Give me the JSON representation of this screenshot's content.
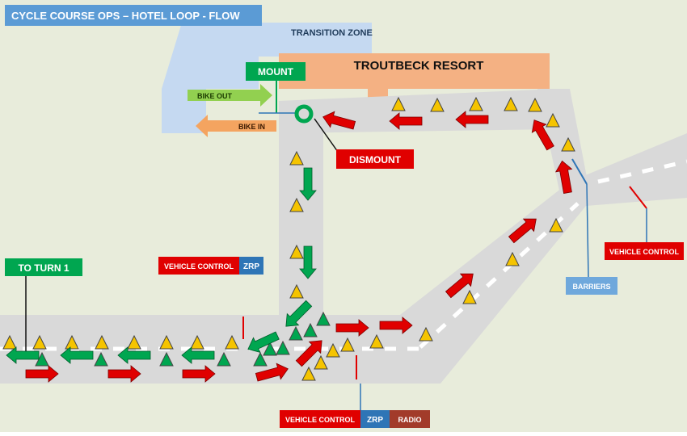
{
  "title": "CYCLE COURSE OPS – HOTEL LOOP - FLOW",
  "labels": {
    "transition_zone": "TRANSITION ZONE",
    "resort": "TROUTBECK RESORT",
    "mount": "MOUNT",
    "bike_out": "BIKE OUT",
    "bike_in": "BIKE IN",
    "dismount": "DISMOUNT",
    "to_turn_1": "TO TURN 1",
    "vehicle_control_left": "VEHICLE CONTROL",
    "zrp_left": "ZRP",
    "vehicle_control_right": "VEHICLE CONTROL",
    "barriers": "BARRIERS",
    "vehicle_control_bottom": "VEHICLE CONTROL",
    "zrp_bottom": "ZRP",
    "radio": "RADIO"
  },
  "colors": {
    "background": "#e8ecdb",
    "road": "#d9d9d9",
    "title_bg": "#5b9bd5",
    "transition_zone": "#c5d9f1",
    "resort": "#f4b183",
    "green": "#00a650",
    "red": "#e00000",
    "blue": "#2e75b6",
    "dark_red": "#a23b2a",
    "cone": "#f5c400",
    "bike_out_arrow": "#92d050",
    "bike_in_arrow": "#f4a460",
    "light_blue_label": "#6fa8dc"
  },
  "icons": {
    "cone": "warning-triangle-cone",
    "green_marker": "green-triangle-marker",
    "dismount_marker": "green-ring-icon",
    "red_arrow": "red-flow-arrow",
    "green_arrow": "green-flow-arrow"
  }
}
